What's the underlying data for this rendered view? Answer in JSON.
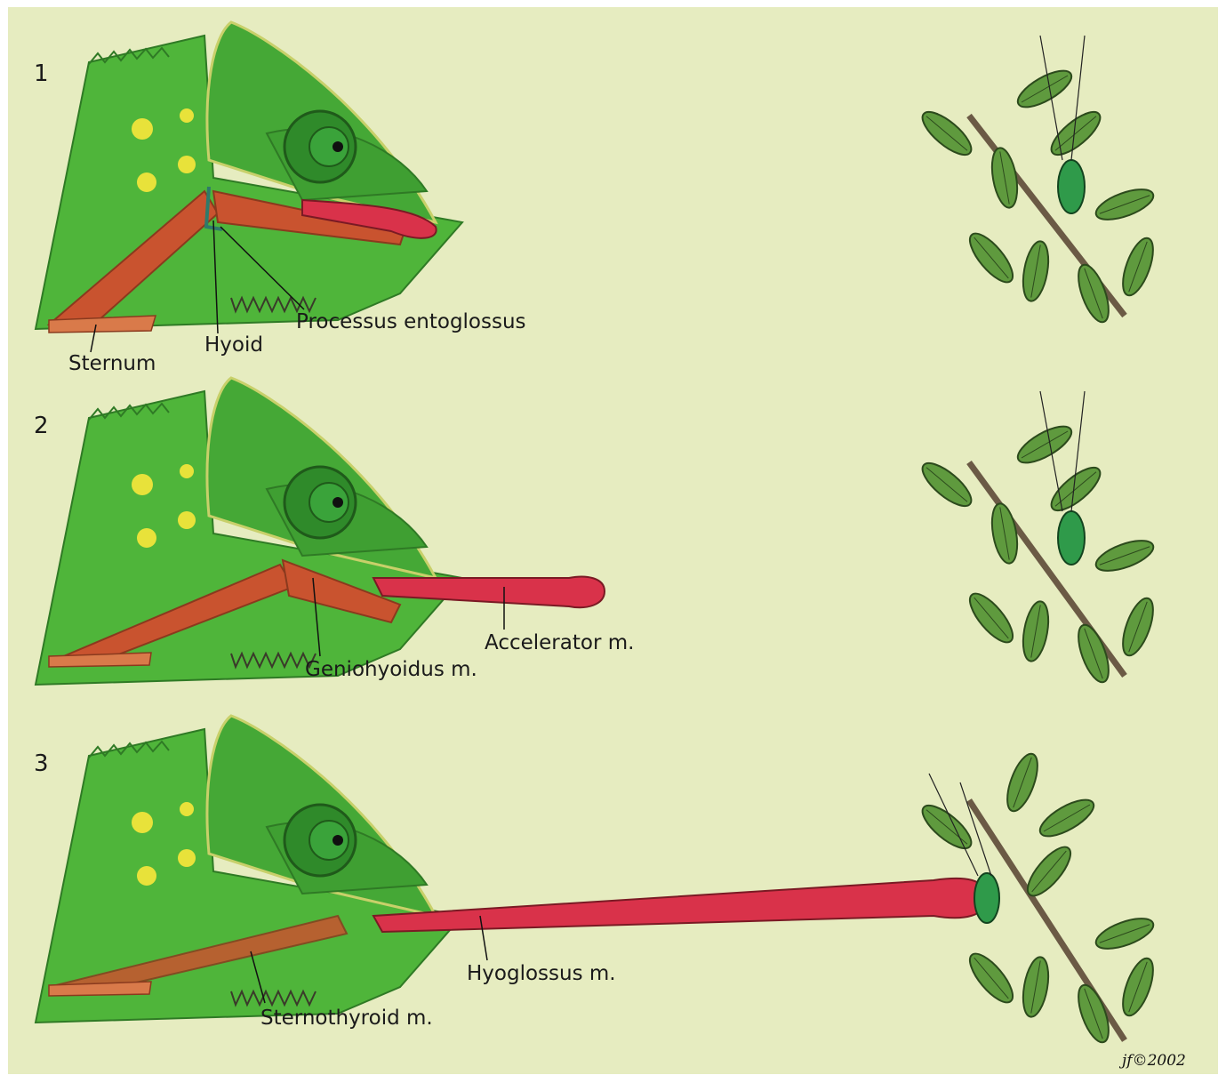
{
  "panels": [
    {
      "number": "1",
      "labels": {
        "sternum": "Sternum",
        "hyoid": "Hyoid",
        "processus": "Processus entoglossus"
      }
    },
    {
      "number": "2",
      "labels": {
        "geniohyoidus": "Geniohyoidus m.",
        "accelerator": "Accelerator m."
      }
    },
    {
      "number": "3",
      "labels": {
        "sternothyroid": "Sternothyroid m.",
        "hyoglossus": "Hyoglossus m."
      }
    }
  ],
  "signature": "jf©2002",
  "colors": {
    "background": "#e6ecc0",
    "skin": "#4fb53a",
    "skin_dark": "#2f8a2a",
    "spots": "#e8e23a",
    "muscle": "#c9532f",
    "tongue": "#d9324a",
    "leaf": "#5f9a3e",
    "insect": "#2f9a4a"
  }
}
